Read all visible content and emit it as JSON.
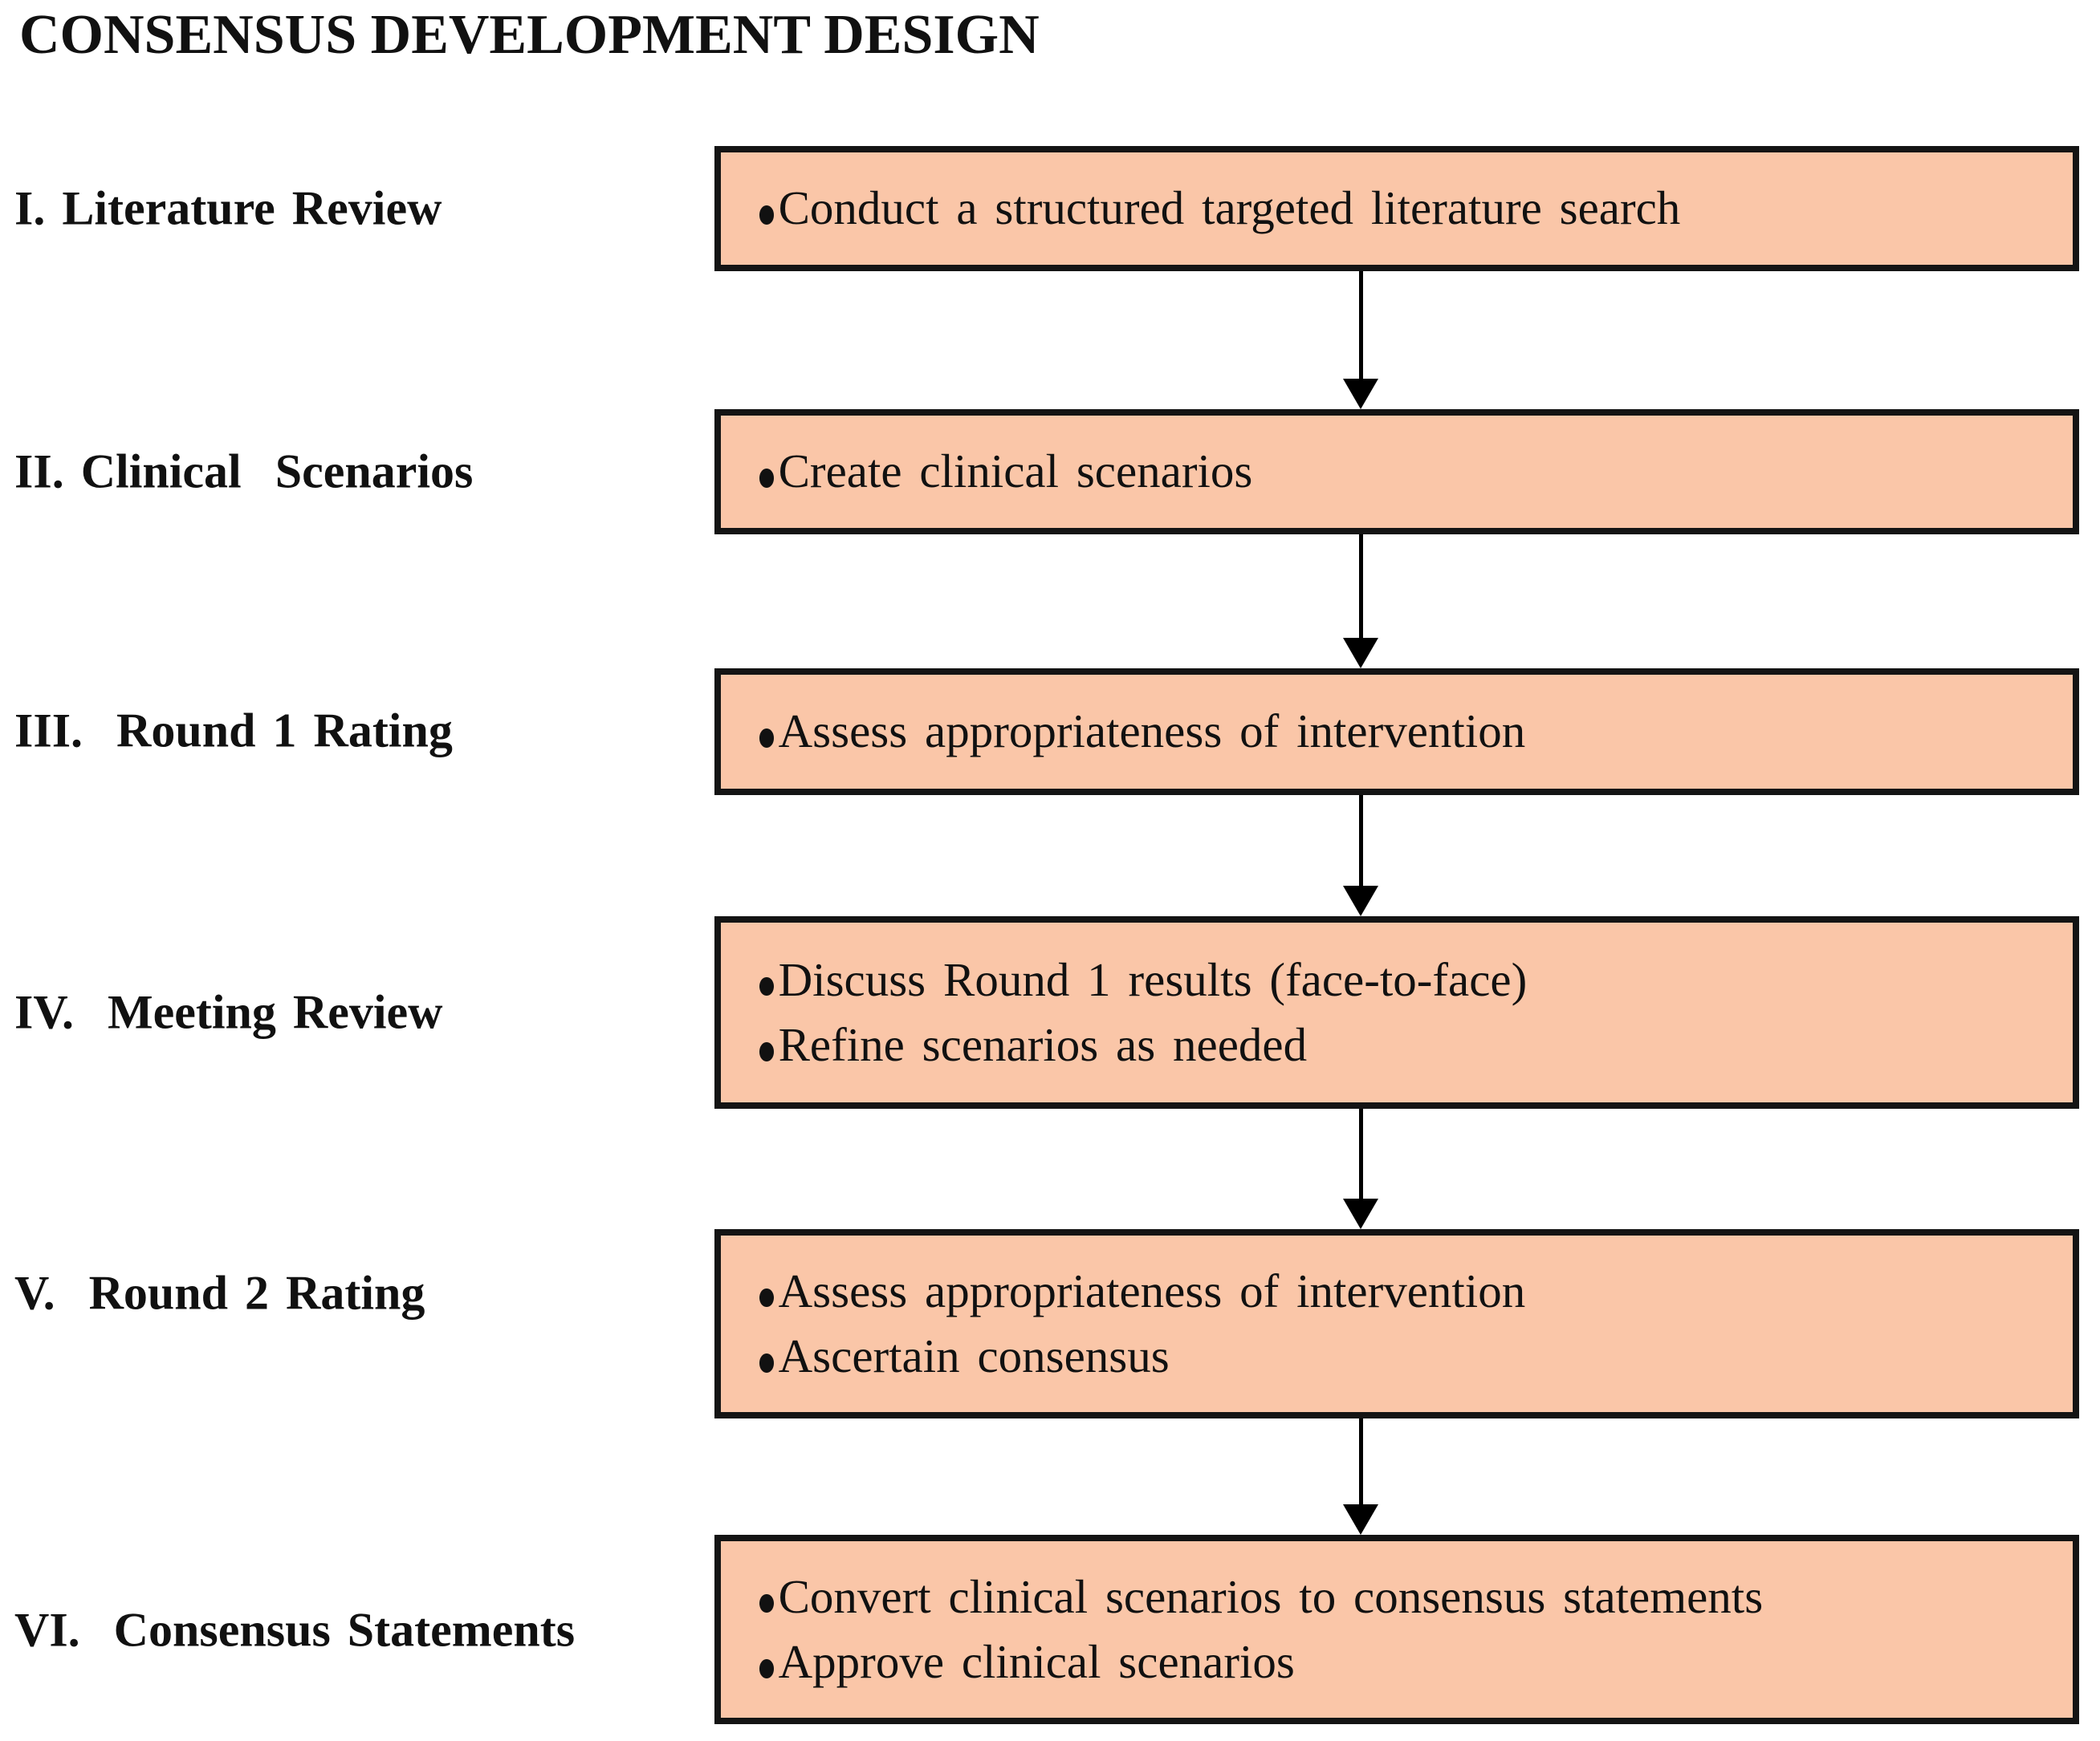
{
  "title": "CONSENSUS DEVELOPMENT DESIGN",
  "colors": {
    "background": "#ffffff",
    "box_fill": "#FAC6A8",
    "box_border": "#141414",
    "arrow": "#000000",
    "text": "#111111"
  },
  "stages": [
    {
      "numeral": "I",
      "label": "I. Literature Review",
      "bullets": [
        "Conduct a structured targeted literature search"
      ]
    },
    {
      "numeral": "II",
      "label": "II. Clinical  Scenarios",
      "bullets": [
        "Create clinical scenarios"
      ]
    },
    {
      "numeral": "III",
      "label": "III.  Round 1 Rating",
      "bullets": [
        "Assess appropriateness of intervention"
      ]
    },
    {
      "numeral": "IV",
      "label": "IV.  Meeting Review",
      "bullets": [
        "Discuss Round 1 results (face-to-face)",
        "Refine scenarios as needed"
      ]
    },
    {
      "numeral": "V",
      "label": "V.  Round 2 Rating",
      "bullets": [
        "Assess appropriateness of intervention",
        "Ascertain consensus"
      ]
    },
    {
      "numeral": "VI",
      "label": "VI.  Consensus Statements",
      "bullets": [
        "Convert clinical scenarios to consensus statements",
        "Approve clinical scenarios"
      ]
    }
  ]
}
